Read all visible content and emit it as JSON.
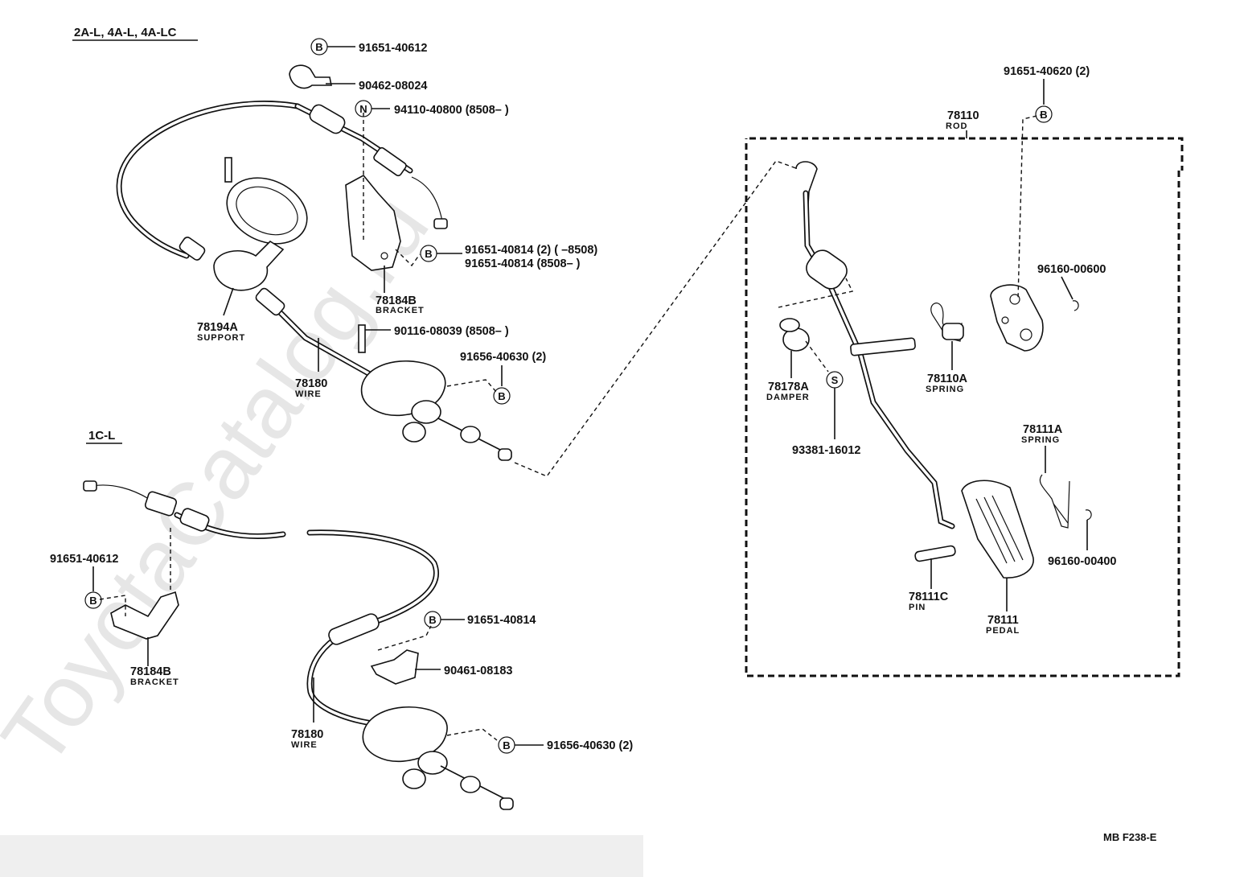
{
  "watermark": "ToyotaCatalog.ru",
  "drawing_code": "MB F238-E",
  "variants": {
    "v1": "2A-L, 4A-L, 4A-LC",
    "v2": "1C-L"
  },
  "symbols": {
    "b": "B",
    "n": "N",
    "s": "S"
  },
  "labels": {
    "p1": "91651-40612",
    "p2": "90462-08024",
    "p3": "94110-40800 (8508–      )",
    "p4": "91651-40814 (2)  (      –8508)",
    "p5": "91651-40814      (8508–      )",
    "p6": "78184B",
    "p6s": "BRACKET",
    "p7": "78194A",
    "p7s": "SUPPORT",
    "p8": "90116-08039 (8508–      )",
    "p9": "91656-40630 (2)",
    "p10": "78180",
    "p10s": "WIRE",
    "q1": "91651-40612",
    "q2": "78184B",
    "q2s": "BRACKET",
    "q3": "91651-40814",
    "q4": "90461-08183",
    "q5": "78180",
    "q5s": "WIRE",
    "q6": "91656-40630 (2)",
    "r1": "91651-40620 (2)",
    "r2": "78110",
    "r2s": "ROD",
    "r3": "96160-00600",
    "r4": "78178A",
    "r4s": "DAMPER",
    "r5": "78110A",
    "r5s": "SPRING",
    "r6": "93381-16012",
    "r7": "78111A",
    "r7s": "SPRING",
    "r8": "96160-00400",
    "r9": "78111C",
    "r9s": "PIN",
    "r10": "78111",
    "r10s": "PEDAL"
  }
}
